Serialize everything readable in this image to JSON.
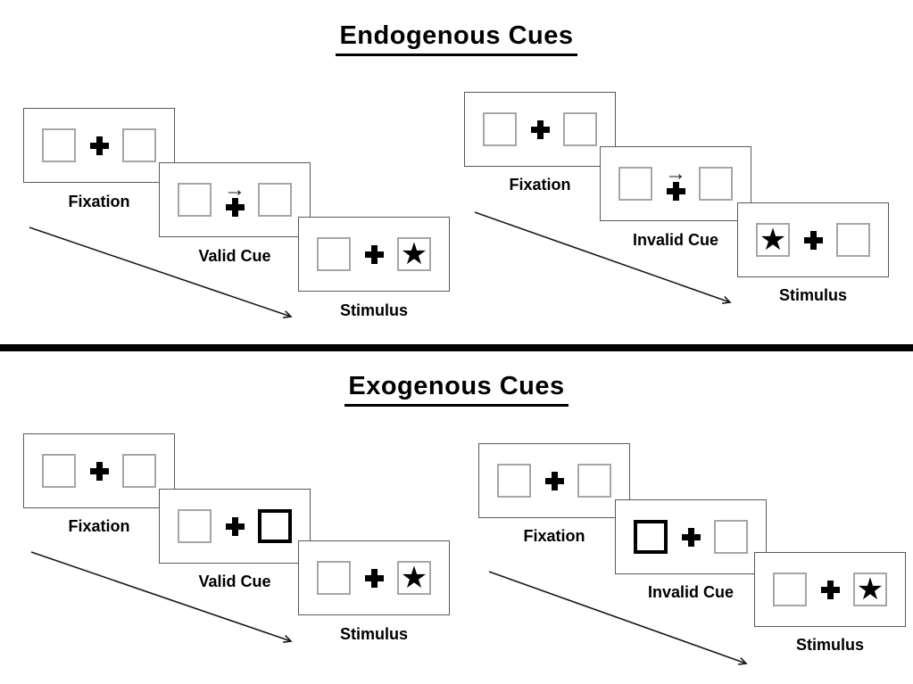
{
  "glyphs": {
    "star": "★",
    "cue_arrow": "→"
  },
  "colors": {
    "ink": "#000000",
    "panel_border": "#595959",
    "box_border": "#a6a6a6",
    "bold_box_border": "#000000"
  },
  "endogenous": {
    "title": "Endogenous Cues",
    "valid_sequence": {
      "cue_type": "central-arrow-right",
      "target_side": "right",
      "panels": [
        {
          "label": "Fixation"
        },
        {
          "label": "Valid Cue"
        },
        {
          "label": "Stimulus"
        }
      ]
    },
    "invalid_sequence": {
      "cue_type": "central-arrow-right",
      "target_side": "left",
      "panels": [
        {
          "label": "Fixation"
        },
        {
          "label": "Invalid Cue"
        },
        {
          "label": "Stimulus"
        }
      ]
    }
  },
  "exogenous": {
    "title": "Exogenous Cues",
    "valid_sequence": {
      "cue_type": "peripheral-highlight-right",
      "target_side": "right",
      "panels": [
        {
          "label": "Fixation"
        },
        {
          "label": "Valid Cue"
        },
        {
          "label": "Stimulus"
        }
      ]
    },
    "invalid_sequence": {
      "cue_type": "peripheral-highlight-left",
      "target_side": "right",
      "panels": [
        {
          "label": "Fixation"
        },
        {
          "label": "Invalid Cue"
        },
        {
          "label": "Stimulus"
        }
      ]
    }
  }
}
